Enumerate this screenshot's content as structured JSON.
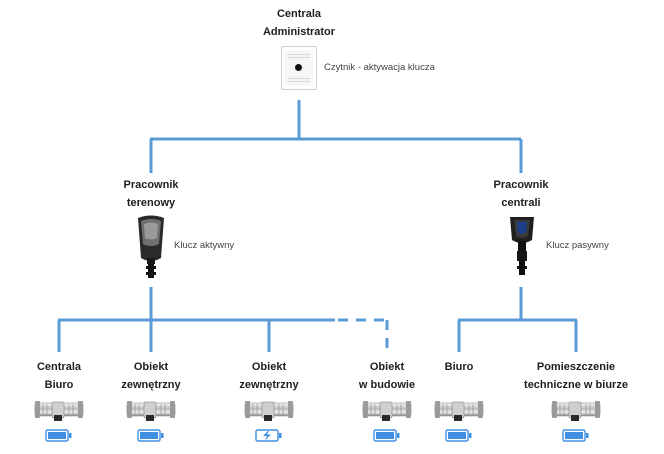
{
  "root": {
    "line1": "Centrala",
    "line2": "Administrator",
    "reader_caption": "Czytnik - aktywacja klucza",
    "reader_icon": "key-reader-icon"
  },
  "left_branch": {
    "line1": "Pracownik",
    "line2": "terenowy",
    "key_caption": "Klucz aktywny",
    "key_icon": "active-key-fob-icon"
  },
  "right_branch": {
    "line1": "Pracownik",
    "line2": "centrali",
    "key_caption": "Klucz pasywny",
    "key_icon": "passive-key-icon"
  },
  "leaves": [
    {
      "line1": "Centrala",
      "line2": "Biuro",
      "battery": "full",
      "connection": "solid"
    },
    {
      "line1": "Obiekt",
      "line2": "zewnętrzny",
      "battery": "full",
      "connection": "solid"
    },
    {
      "line1": "Obiekt",
      "line2": "zewnętrzny",
      "battery": "charging",
      "connection": "solid"
    },
    {
      "line1": "Obiekt",
      "line2": "w budowie",
      "battery": "full",
      "connection": "dashed"
    },
    {
      "line1": "Biuro",
      "line2": "",
      "battery": "full",
      "connection": "solid"
    },
    {
      "line1": "Pomieszczenie",
      "line2": "techniczne w biurze",
      "battery": "full",
      "connection": "solid"
    }
  ],
  "colors": {
    "connector": "#5b9bd5",
    "battery": "#3f8fe0"
  }
}
